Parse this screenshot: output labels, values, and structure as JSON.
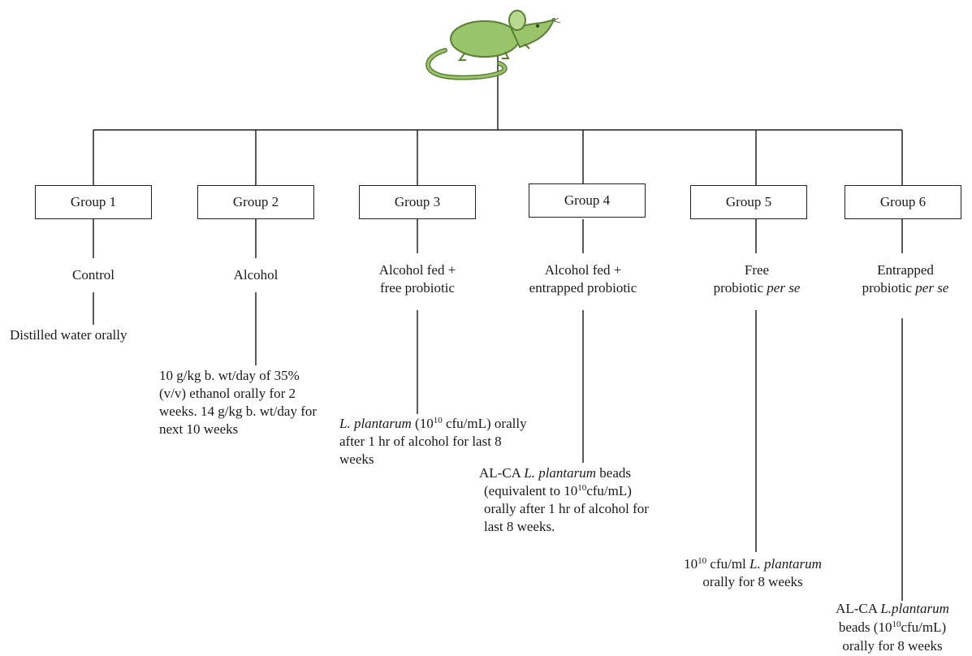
{
  "groups": [
    {
      "name": "Group 1",
      "treatment": "Control",
      "detail": [
        "Distilled water orally"
      ]
    },
    {
      "name": "Group 2",
      "treatment": "Alcohol",
      "detail": [
        "10 g/kg b. wt/day of 35%",
        "(v/v) ethanol  orally  for 2",
        " weeks. 14 g/kg b. wt/day for",
        "next 10 weeks"
      ]
    },
    {
      "name": "Group 3",
      "treatment": [
        "Alcohol fed +",
        "free probiotic"
      ],
      "detail": {
        "species": "L. plantarum",
        "conc_pre": " (10",
        "exp": "10",
        "conc_post": " cfu/mL) orally",
        "line2": "after  1 hr of alcohol for last 8",
        "line3": "weeks"
      }
    },
    {
      "name": "Group 4",
      "treatment": [
        "Alcohol fed +",
        "entrapped probiotic"
      ],
      "detail": {
        "prefix": "AL-CA ",
        "species": "L. plantarum",
        "suffix": " beads",
        "conc_pre": "(equivalent to 10",
        "exp": "10",
        "conc_post": "cfu/mL)",
        "line3": "orally after 1 hr of alcohol for",
        "line4": "last 8 weeks."
      }
    },
    {
      "name": "Group 5",
      "treatment": {
        "line1": "Free",
        "line2_pre": "probiotic ",
        "line2_em": "per se"
      },
      "detail": {
        "conc_pre": "10",
        "exp": "10",
        "conc_post": " cfu/ml ",
        "species": "L. plantarum",
        "line2": "orally for 8 weeks"
      }
    },
    {
      "name": "Group 6",
      "treatment": {
        "line1": "Entrapped",
        "line2_pre": "probiotic ",
        "line2_em": "per se"
      },
      "detail": {
        "prefix": "AL-CA ",
        "species": "L.plantarum",
        "conc_pre": "beads (10",
        "exp": "10",
        "conc_post": "cfu/mL)",
        "line3": "orally for 8 weeks"
      }
    }
  ],
  "colors": {
    "line": "#222222",
    "mouse_fill": "#9ac46a",
    "mouse_stroke": "#5a7f35"
  },
  "icon": "mouse-icon"
}
